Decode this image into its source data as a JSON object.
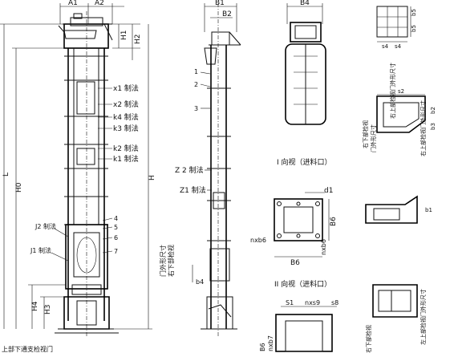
{
  "main_elevator": {
    "dims": {
      "A1": "A1",
      "A2": "A2",
      "H1": "H1",
      "H2": "H2",
      "L": "L",
      "H0": "H0",
      "H": "H",
      "H3": "H3",
      "H4": "H4"
    },
    "callouts": {
      "x1": "x1 制法",
      "x2": "x2 制法",
      "k4": "k4 制法",
      "k3": "k3 制法",
      "k2": "k2 制法",
      "k1": "k1 制法",
      "j2": "J2 制法",
      "j1": "J1 制法"
    },
    "part_numbers": [
      "4",
      "5",
      "6",
      "7"
    ],
    "bottom_label": "上部下通支检视门"
  },
  "side_view": {
    "B1": "B1",
    "B2": "B2",
    "part_numbers": [
      "1",
      "2",
      "3"
    ],
    "z2": "Z 2 制法",
    "z1": "Z1 制法",
    "door_label": "门外形尺寸",
    "door_label_2": "右下部检视",
    "b4": "b4"
  },
  "top_view": {
    "B4": "B4"
  },
  "detail_square": {
    "b5": "b5",
    "b5b": "b5",
    "s4": "s4",
    "s4b": "s4"
  },
  "inspection_door": {
    "label_top": "右上部检视门外形尺寸",
    "label_left_1": "右下部检视",
    "label_left_2": "门外形尺寸",
    "s2": "s2",
    "b2": "b2",
    "b3": "b3"
  },
  "view_i": {
    "title": "I 向视（进料口）",
    "d1": "d1",
    "B6": "B6",
    "n_b6": "nxb6",
    "n_x_b6": "nxb6",
    "B6_bottom": "B6"
  },
  "view_ii": {
    "title": "II 向视（进料口）",
    "S1": "S1",
    "nxs9": "nxs9",
    "s8": "s8",
    "B6": "B6",
    "nxb7": "nxb7"
  },
  "right_side_labels": {
    "upper": "右上部检视门外形尺寸",
    "b1": "b1",
    "lower": "左上部检视门外形尺寸"
  }
}
